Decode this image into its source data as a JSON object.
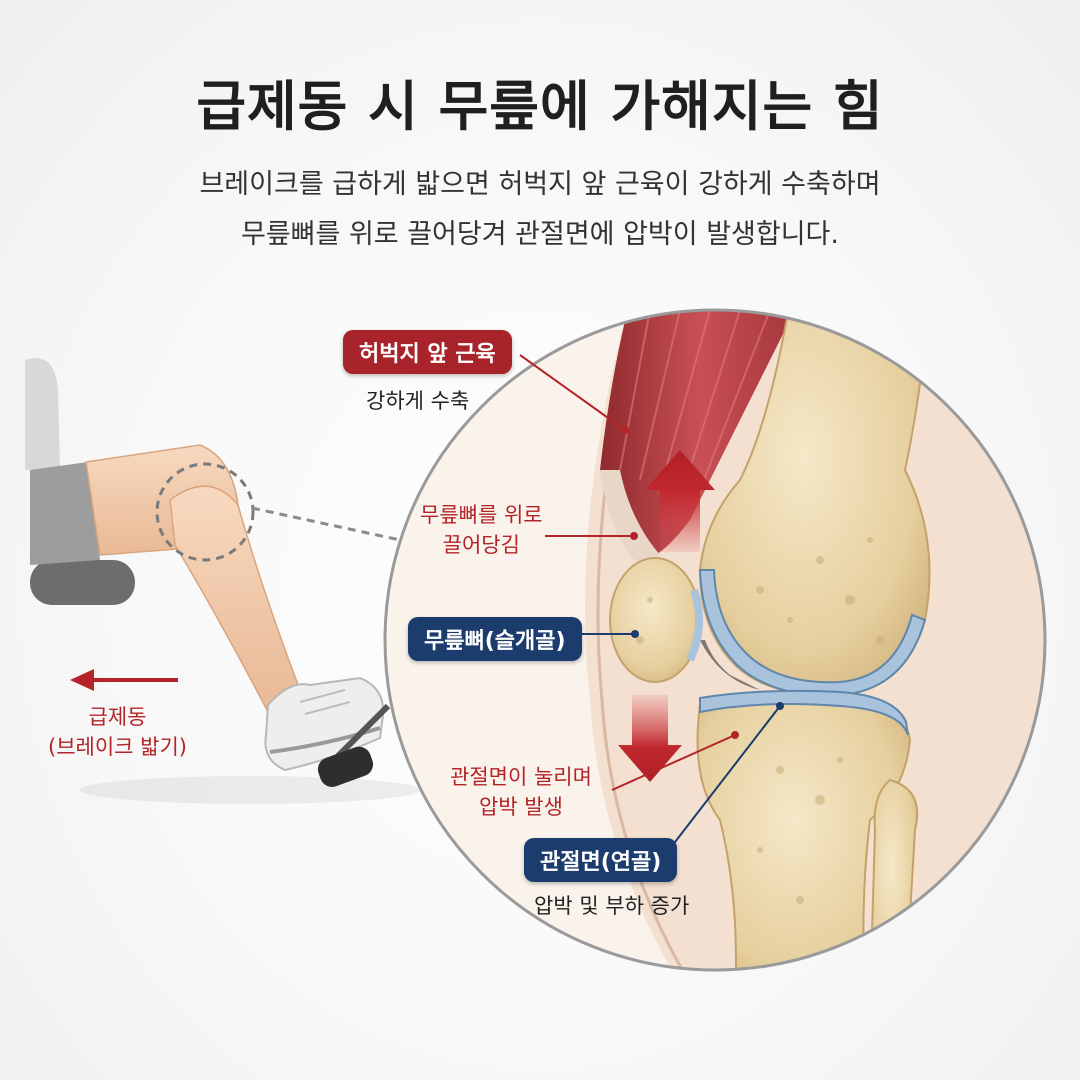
{
  "title": "급제동 시 무릎에 가해지는 힘",
  "subtitle": {
    "line1": "브레이크를 급하게 밟으면 허벅지 앞 근육이 강하게 수축하며",
    "line2": "무릎뼈를 위로 끌어당겨 관절면에 압박이 발생합니다."
  },
  "labels": {
    "quad_tag": "허벅지 앞 근육",
    "quad_note": "강하게 수축",
    "pull_line1": "무릎뼈를 위로",
    "pull_line2": "끌어당김",
    "patella_tag": "무릎뼈(슬개골)",
    "compress_line1": "관절면이 눌리며",
    "compress_line2": "압박 발생",
    "cartilage_tag": "관절면(연골)",
    "cartilage_note": "압박 및 부하 증가",
    "brake_line1": "급제동",
    "brake_line2": "(브레이크 밟기)"
  },
  "colors": {
    "accent_red": "#a8242a",
    "navy": "#1c3c6e",
    "bone": "#ecd9b0",
    "cartilage": "#a9c3dc",
    "muscle": "#c2464a"
  },
  "icons": [
    "arrow-up-icon",
    "arrow-down-icon",
    "arrow-left-icon"
  ]
}
